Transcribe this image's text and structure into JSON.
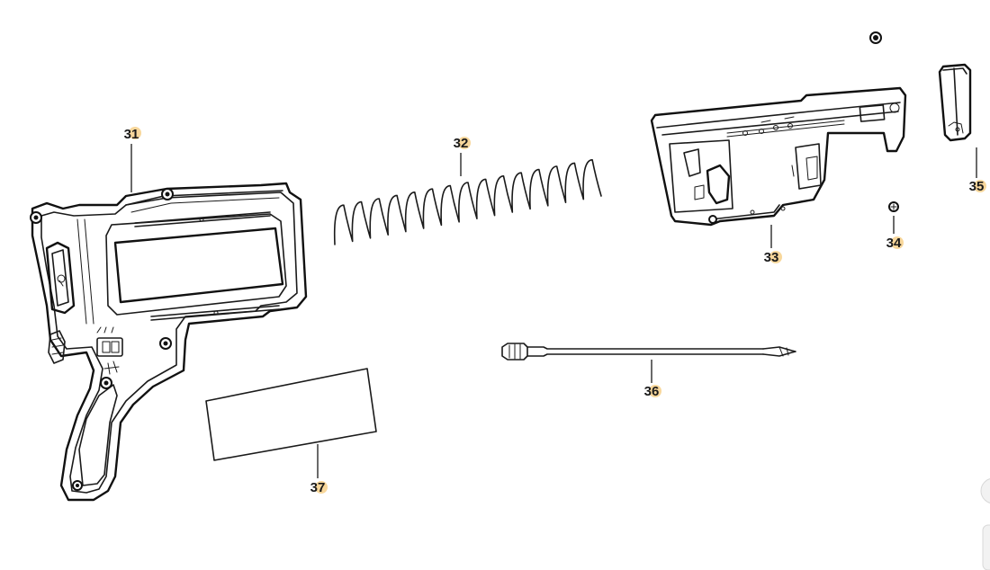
{
  "diagram": {
    "parts": [
      {
        "id": "31",
        "label": "31",
        "name": "housing-half"
      },
      {
        "id": "32",
        "label": "32",
        "name": "spring"
      },
      {
        "id": "33",
        "label": "33",
        "name": "nose-piece-assembly"
      },
      {
        "id": "34",
        "label": "34",
        "name": "screw"
      },
      {
        "id": "35",
        "label": "35",
        "name": "depth-adjuster"
      },
      {
        "id": "36",
        "label": "36",
        "name": "bit"
      },
      {
        "id": "37",
        "label": "37",
        "name": "label-plate"
      }
    ]
  }
}
